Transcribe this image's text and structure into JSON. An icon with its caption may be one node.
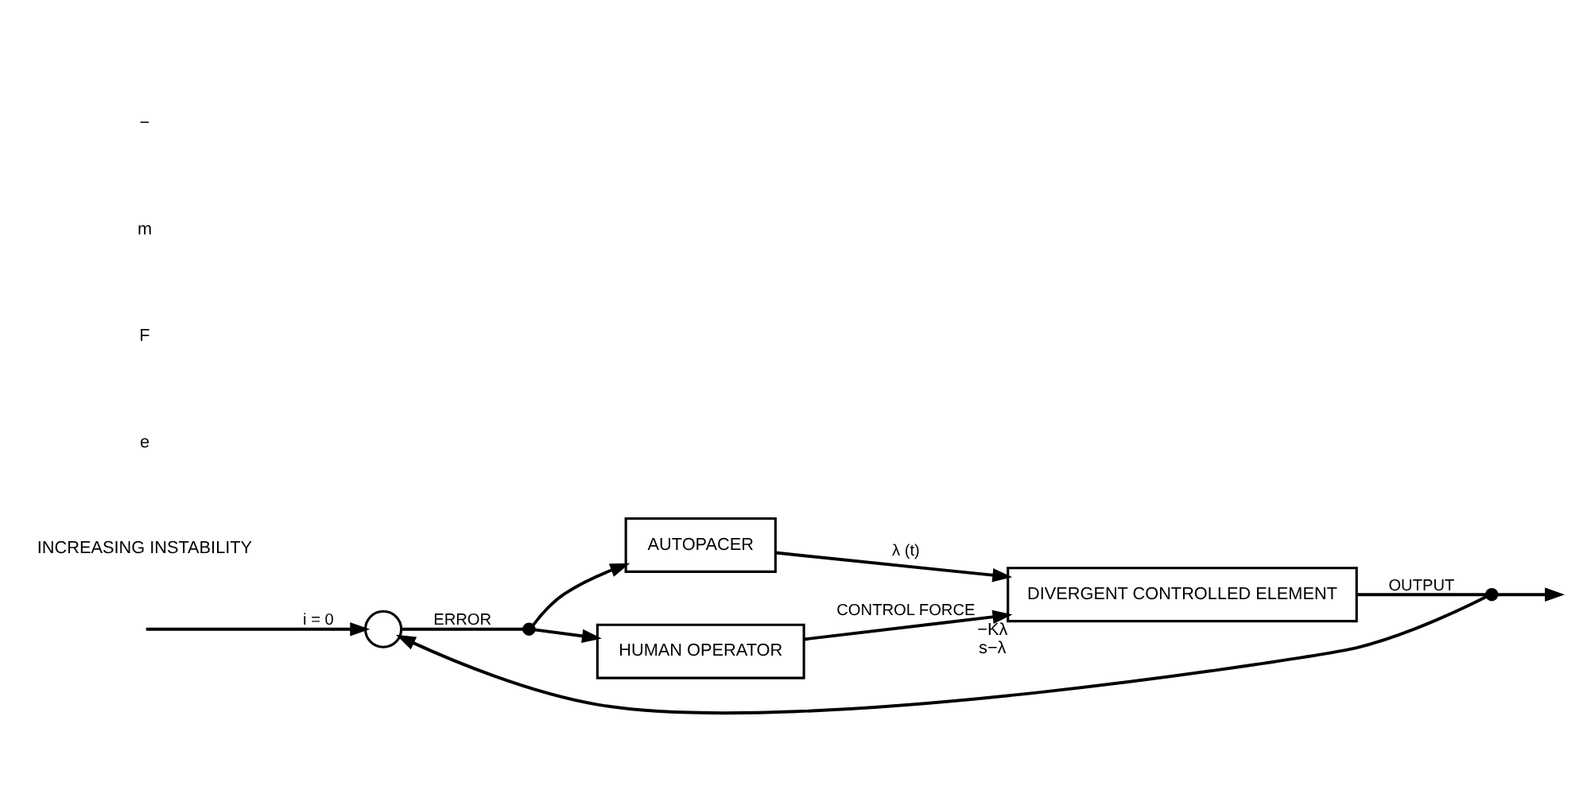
{
  "diagram": {
    "nodes": [
      {
        "text": [],
        "shape": "circle"
      },
      {
        "text": [],
        "shape": "dot"
      },
      {
        "text": [
          "AUTOPACER"
        ]
      },
      {
        "text": [
          "HUMAN OPERATOR"
        ]
      },
      {
        "text": [
          "DIVERGENT CONTROLLED ELEMENT"
        ],
        "beside": [
          "−Kλ",
          "s−λ"
        ]
      },
      {
        "text": [],
        "shape": "dot"
      }
    ],
    "edges": [
      {
        "from": null,
        "to": 0,
        "arrow": "to",
        "label": "i = 0"
      },
      {
        "from": 0,
        "to": 1,
        "arrow": "none",
        "label": "ERROR"
      },
      {
        "from": 1,
        "to": 2,
        "arrow": "to"
      },
      {
        "from": 1,
        "to": 3,
        "arrow": "to"
      },
      {
        "from": 2,
        "to": 4,
        "arrow": "to",
        "label": "λ (t)"
      },
      {
        "from": 3,
        "to": 4,
        "arrow": "to",
        "label": "CONTROL FORCE"
      },
      {
        "from": 4,
        "to": 5,
        "arrow": "none",
        "label": "OUTPUT"
      },
      {
        "from": 5,
        "to": null,
        "arrow": "to"
      },
      {
        "from": 5,
        "to": 0,
        "arrow": "to"
      }
    ],
    "labels": [
      "INCREASING INSTABILITY",
      "e",
      "F",
      "m",
      "−"
    ]
  }
}
